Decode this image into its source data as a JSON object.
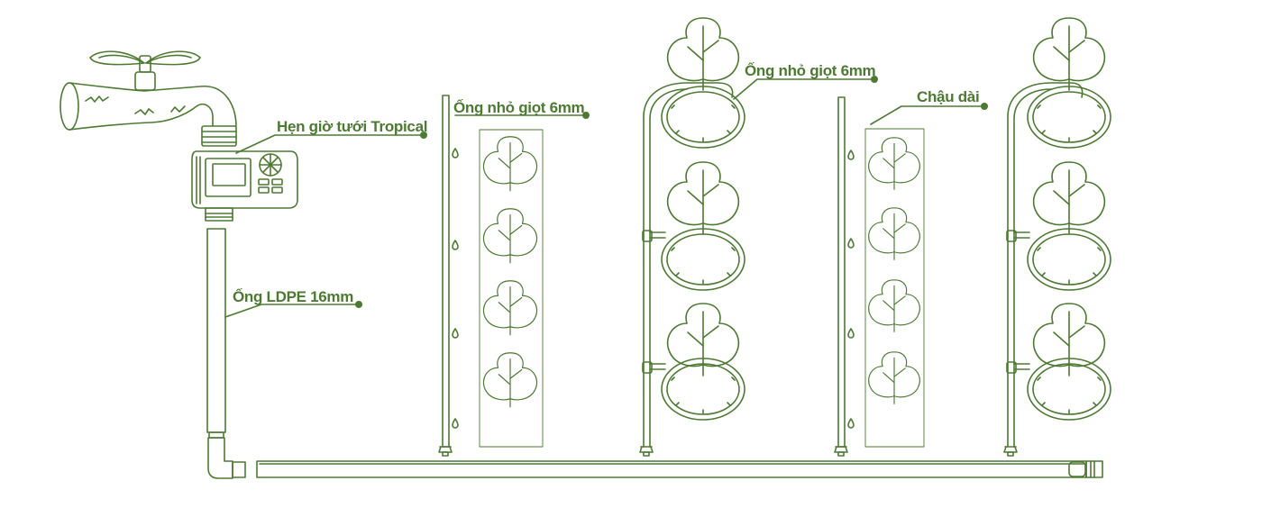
{
  "colors": {
    "stroke": "#4d7a32",
    "label": "#4d7a32",
    "background": "#ffffff"
  },
  "labels": {
    "timer": "Hẹn giờ tưới Tropical",
    "ldpe_pipe": "Ống LDPE 16mm",
    "drip_tube_1": "Ống nhỏ giọt 6mm",
    "drip_tube_2": "Ống nhỏ giọt 6mm",
    "long_pot": "Chậu dài"
  },
  "icons": [
    "water-faucet-icon",
    "irrigation-timer-icon",
    "elbow-fitting-icon",
    "tree-icon",
    "water-drop-icon",
    "coiled-drip-tube-icon"
  ]
}
